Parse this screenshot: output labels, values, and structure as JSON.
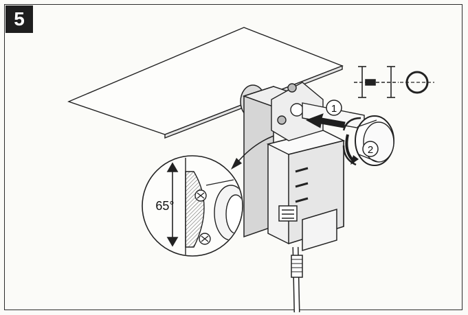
{
  "step": {
    "number": "5"
  },
  "callouts": [
    {
      "label": "1"
    },
    {
      "label": "2"
    }
  ],
  "detail": {
    "angle_label": "65°"
  },
  "icons": [
    "round-shaft-side-icon",
    "round-shaft-section-icon",
    "step-1-marker",
    "step-2-marker"
  ],
  "colors": {
    "ink": "#1e1e1e",
    "paper": "#fbfbf8",
    "shade": "#bdbdbd"
  }
}
